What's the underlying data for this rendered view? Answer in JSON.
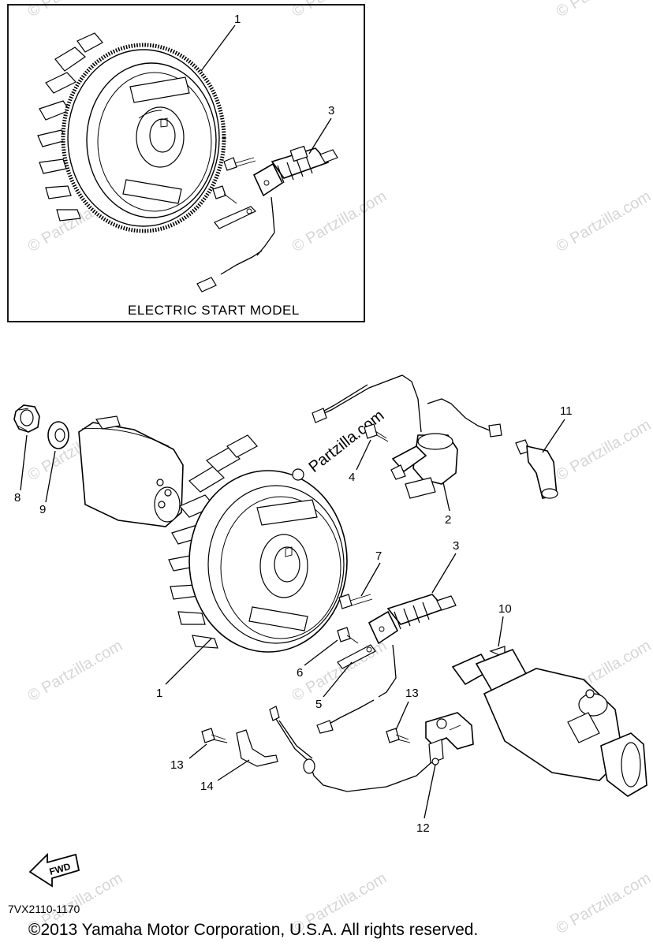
{
  "inset": {
    "label": "ELECTRIC START MODEL"
  },
  "callouts": {
    "inset_flywheel": "1",
    "inset_coil": "3",
    "flywheel": "1",
    "ignition_coil": "2",
    "charge_coil": "3",
    "bolt_4": "4",
    "plate_5": "5",
    "screw_6": "6",
    "bolt_7": "7",
    "nut": "8",
    "washer": "9",
    "key": "10",
    "plug_cap": "11",
    "sensor": "12",
    "screw_13a": "13",
    "screw_13b": "13",
    "clamp": "14"
  },
  "watermark": {
    "text": "© Partzilla.com",
    "stamp": "Partzilla.com"
  },
  "fwd_label": "FWD",
  "diagram_code": "7VX2110-1170",
  "copyright": "©2013 Yamaha Motor Corporation, U.S.A. All rights reserved."
}
